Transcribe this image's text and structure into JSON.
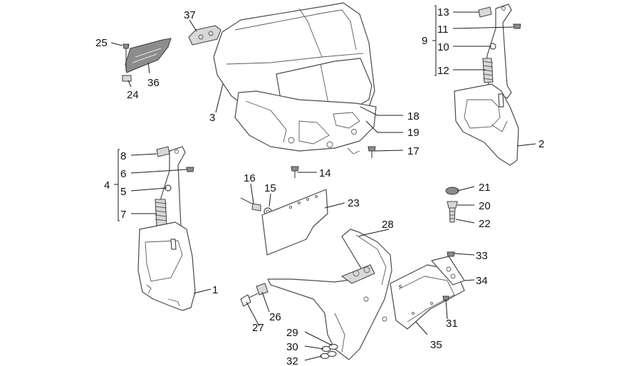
{
  "labels": {
    "n1": "1",
    "n2": "2",
    "n3": "3",
    "n4": "4",
    "n5": "5",
    "n6": "6",
    "n7": "7",
    "n8": "8",
    "n9": "9",
    "n10": "10",
    "n11": "11",
    "n12": "12",
    "n13": "13",
    "n14": "14",
    "n15": "15",
    "n16": "16",
    "n17": "17",
    "n18": "18",
    "n19": "19",
    "n20": "20",
    "n21": "21",
    "n22": "22",
    "n23": "23",
    "n24": "24",
    "n25": "25",
    "n26": "26",
    "n27": "27",
    "n28": "28",
    "n29": "29",
    "n30": "30",
    "n31": "31",
    "n32": "32",
    "n33": "33",
    "n34": "34",
    "n35": "35",
    "n36": "36",
    "n37": "37"
  }
}
